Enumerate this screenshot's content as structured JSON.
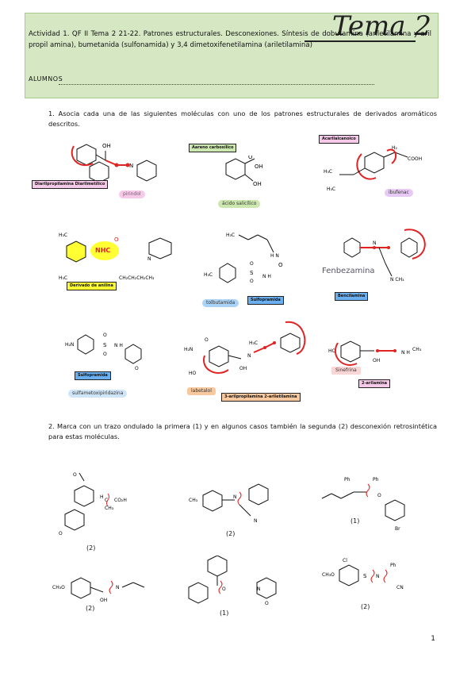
{
  "header": {
    "tema": "Tema 2",
    "activity": "Actividad 1. QF II Tema 2 21-22. Patrones estructurales. Desconexiones. Síntesis de dobutamina (ariletilamina y aril propil amina), bumetanida (sulfonamida) y 3,4 dimetoxifenetilamina (ariletilamina)",
    "alumnos": "ALUMNOS"
  },
  "question1": "1. Asocia cada una de las siguientes moléculas con uno de los patrones estructurales de derivados aromáticos descritos.",
  "question2": "2. Marca con un trazo ondulado la primera (1) y en algunos casos también la segunda (2) desconexión retrosintética para estas moléculas.",
  "molecules": [
    {
      "name": "pirindol",
      "pattern": "Diarilpropilamina Diarilmetílico"
    },
    {
      "name": "ácido salicílico",
      "pattern": "Aareno carboxílico"
    },
    {
      "name": "ibufenac",
      "pattern": "Acarilalcanoico"
    },
    {
      "name": "",
      "pattern": "Derivado de anilina"
    },
    {
      "name": "tolbutamida",
      "pattern": "Sulfopramida"
    },
    {
      "name": "Fenbezamina",
      "pattern": "Bencilamina"
    },
    {
      "name": "sulfametoxipiridazina",
      "pattern": "Sulfopramida"
    },
    {
      "name": "labetalol",
      "pattern": "3-arilpropilamina 2-ariletilamina"
    },
    {
      "name": "Sinefrina",
      "pattern": "2-arilamina"
    }
  ],
  "marks": [
    "(2)",
    "(2)",
    "(1)",
    "(2)",
    "(1)",
    "(2)"
  ],
  "page_number": "1",
  "colors": {
    "header_bg": "#d5e8c3",
    "red": "#e02424",
    "pink": "#f7c9e8",
    "yellow": "#ffff33",
    "blue": "#6ab0f0",
    "green": "#cde7b0",
    "purple": "#e7c9f5",
    "orange": "#f8c89e"
  }
}
